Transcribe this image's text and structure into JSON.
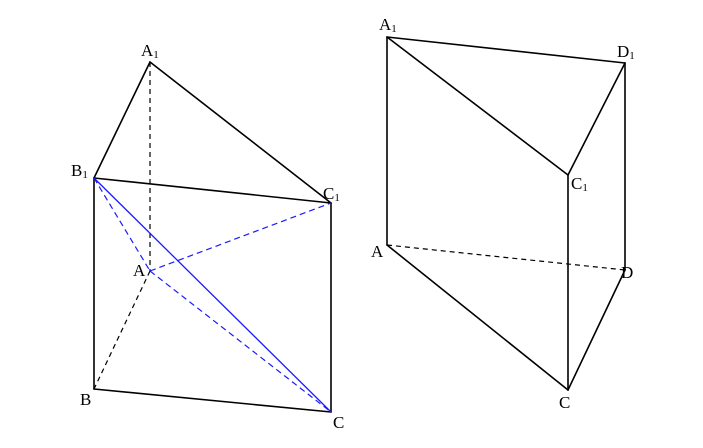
{
  "colors": {
    "edge": "#000000",
    "highlight": "#1a1aff",
    "background": "#ffffff"
  },
  "figure_left": {
    "labels": {
      "A1": {
        "base": "A",
        "sub": "1"
      },
      "B1": {
        "base": "B",
        "sub": "1"
      },
      "C1": {
        "base": "C",
        "sub": "1"
      },
      "A": "A",
      "B": "B",
      "C": "C"
    }
  },
  "figure_right": {
    "labels": {
      "A1": {
        "base": "A",
        "sub": "1"
      },
      "D1": {
        "base": "D",
        "sub": "1"
      },
      "C1": {
        "base": "C",
        "sub": "1"
      },
      "A": "A",
      "C": "C",
      "D": "D"
    }
  }
}
